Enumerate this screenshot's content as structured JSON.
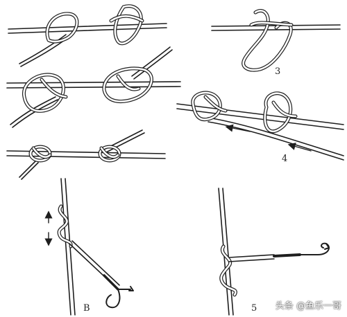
{
  "labels": {
    "step3": "3",
    "step4": "4",
    "step5": "5",
    "stepB": "B"
  },
  "watermark": "头条 @鱼乐一哥",
  "colors": {
    "ink": "#1e1e1e",
    "background": "#ffffff"
  }
}
